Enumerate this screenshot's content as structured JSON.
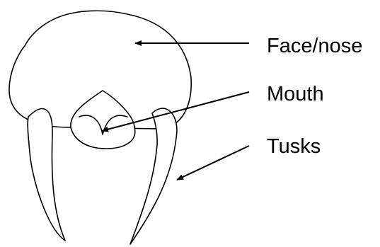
{
  "diagram": {
    "labels": {
      "face": "Face/nose",
      "mouth": "Mouth",
      "tusks": "Tusks"
    },
    "colors": {
      "stroke": "#000000",
      "background": "#ffffff"
    }
  }
}
